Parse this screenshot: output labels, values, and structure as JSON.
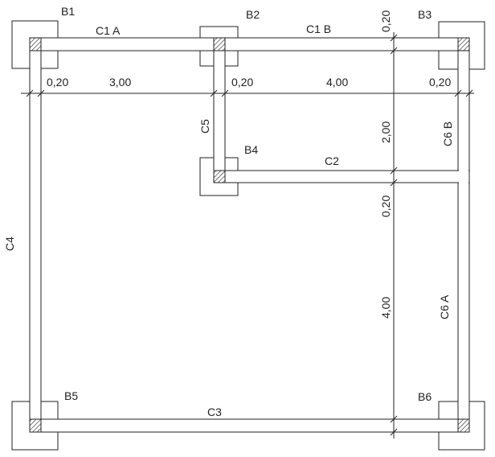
{
  "footings": {
    "b1": "B1",
    "b2": "B2",
    "b3": "B3",
    "b4": "B4",
    "b5": "B5",
    "b6": "B6"
  },
  "beams": {
    "c1a": "C1 A",
    "c1b": "C1 B",
    "c2": "C2",
    "c3": "C3",
    "c4": "C4",
    "c5": "C5",
    "c6a": "C6 A",
    "c6b": "C6 B"
  },
  "dimensions": {
    "horizontal": [
      "0,20",
      "3,00",
      "0,20",
      "4,00",
      "0,20"
    ],
    "vertical": [
      "0,20",
      "2,00",
      "0,20",
      "4,00"
    ]
  }
}
